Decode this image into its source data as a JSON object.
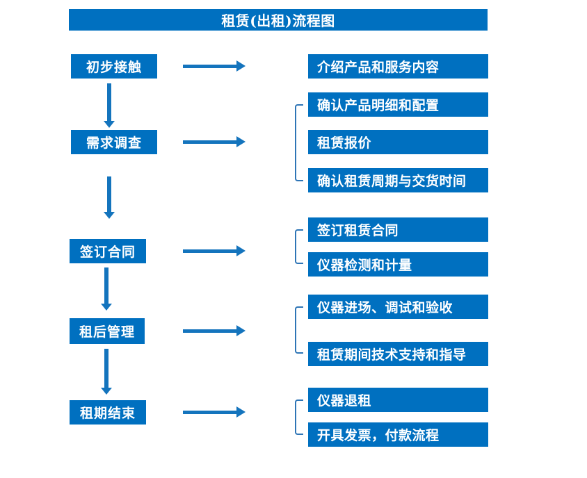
{
  "title": "租赁(出租)流程图",
  "colors": {
    "box_blue": "#0070C0",
    "arrow_blue": "#1474BD",
    "bracket_blue": "#2E75B6",
    "text_white": "#FFFFFF",
    "background": "#FFFFFF"
  },
  "steps": [
    {
      "label": "初步接触",
      "details": [
        "介绍产品和服务内容"
      ]
    },
    {
      "label": "需求调查",
      "details": [
        "确认产品明细和配置",
        "租赁报价",
        "确认租赁周期与交货时间"
      ]
    },
    {
      "label": "签订合同",
      "details": [
        "签订租赁合同",
        "仪器检测和计量"
      ]
    },
    {
      "label": "租后管理",
      "details": [
        "仪器进场、调试和验收",
        "租赁期间技术支持和指导"
      ]
    },
    {
      "label": "租期结束",
      "details": [
        "仪器退租",
        "开具发票，付款流程"
      ]
    }
  ]
}
